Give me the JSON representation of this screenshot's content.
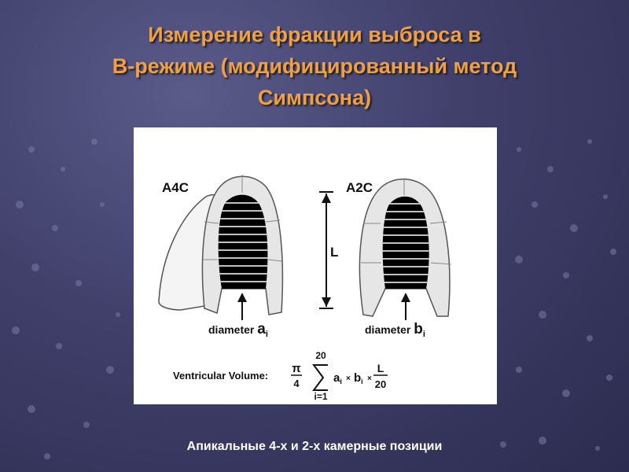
{
  "slide": {
    "title_lines": [
      "Измерение фракции выброса в",
      "В-режиме (модифицированный метод",
      "Симпсона)"
    ],
    "caption": "Апикальные 4-х и 2-х камерные позиции"
  },
  "figure": {
    "a4c_label": "A4C",
    "a2c_label": "A2C",
    "length_label": "L",
    "diameter_word": "diameter",
    "diameter_a_symbol": "a",
    "diameter_b_symbol": "b",
    "subscript_i": "i",
    "formula": {
      "label": "Ventricular Volume:",
      "pi": "π",
      "four": "4",
      "upper": "20",
      "lower": "i=1",
      "a": "a",
      "b": "b",
      "i": "i",
      "times": "×",
      "L": "L",
      "twenty": "20"
    }
  },
  "colors": {
    "title": "#f0a040",
    "caption": "#ffffff",
    "background": "#3f3f6a",
    "wall": "#e6e6e6"
  }
}
